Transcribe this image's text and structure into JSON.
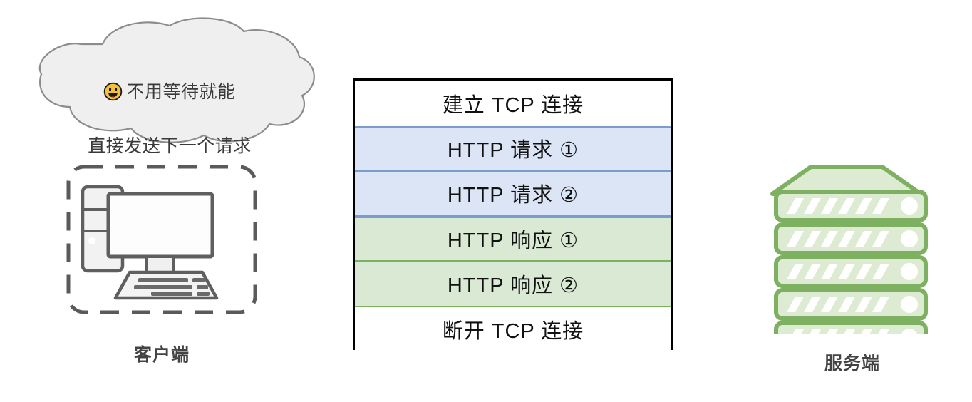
{
  "diagram": {
    "title": "HTTP pipelining over a single TCP connection",
    "colors": {
      "request_fill": "#dbe5f5",
      "request_border": "#7b9ccd",
      "response_fill": "#d9e9d3",
      "response_border": "#7eb062",
      "table_border": "#000000",
      "client_icon": "#5a5a5a",
      "server_icon": "#7eb062",
      "cloud_fill": "#efefef",
      "cloud_border": "#8c8c8c",
      "label_text": "#434343",
      "emoji_yellow": "#f5c13a"
    }
  },
  "cloud": {
    "emoji": "grinning-face-emoji",
    "line1": "不用等待就能",
    "line2": "直接发送下一个请求"
  },
  "client": {
    "label": "客户端",
    "icon": "desktop-computer-icon",
    "boundary": "dashed-rounded-box"
  },
  "server": {
    "label": "服务端",
    "icon": "server-rack-icon",
    "unit_count": 5
  },
  "table": {
    "rows": [
      {
        "text": "建立 TCP 连接",
        "kind": "plain"
      },
      {
        "text": "HTTP 请求 ①",
        "kind": "blue"
      },
      {
        "text": "HTTP 请求 ②",
        "kind": "blue"
      },
      {
        "text": "HTTP 响应 ①",
        "kind": "green"
      },
      {
        "text": "HTTP 响应 ②",
        "kind": "green"
      },
      {
        "text": "断开 TCP 连接",
        "kind": "plain"
      }
    ]
  }
}
